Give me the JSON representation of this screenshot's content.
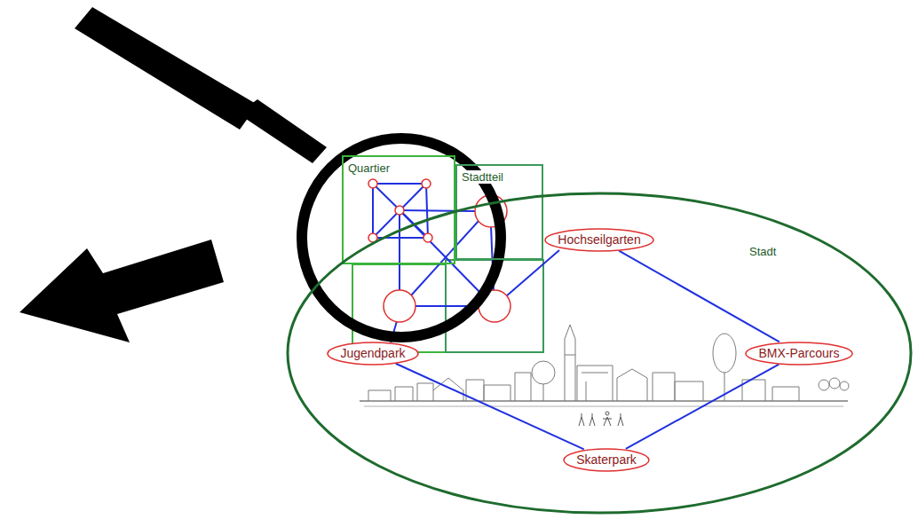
{
  "diagram": {
    "nodes": [
      {
        "text": [
          "Quartier"
        ]
      },
      {
        "text": [
          "Stadtteil"
        ]
      },
      {
        "text": [
          "Stadt"
        ]
      },
      {
        "text": [
          "Hochseilgarten"
        ],
        "in": 2
      },
      {
        "text": [
          "Jugendpark"
        ],
        "in": 2
      },
      {
        "text": [
          "BMX-Parcours"
        ],
        "in": 2
      },
      {
        "text": [
          "Skaterpark"
        ],
        "in": 2
      }
    ],
    "edges": [
      {
        "from": 3,
        "to": 5,
        "arrow": "none"
      },
      {
        "from": 5,
        "to": 6,
        "arrow": "none"
      },
      {
        "from": 6,
        "to": 4,
        "arrow": "none"
      }
    ]
  }
}
